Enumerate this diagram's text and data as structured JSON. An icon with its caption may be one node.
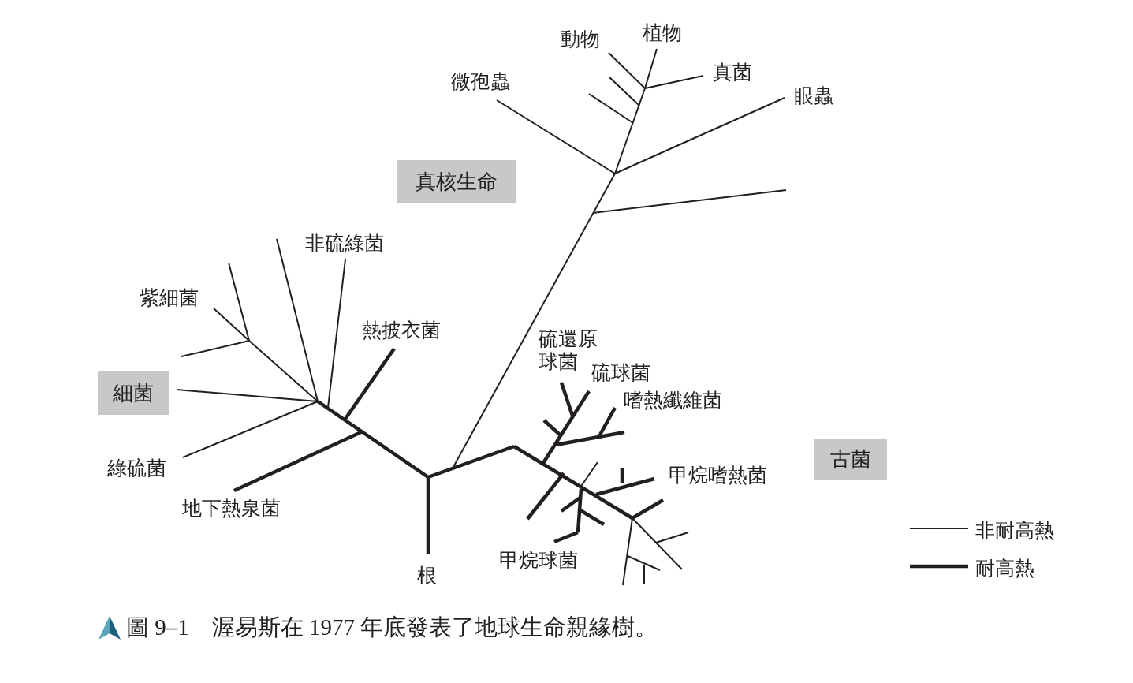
{
  "diagram": {
    "caption": "圖 9–1　渥易斯在 1977 年底發表了地球生命親緣樹。",
    "nodes": [
      {
        "text": [
          "真核生命"
        ]
      },
      {
        "text": [
          "細菌"
        ]
      },
      {
        "text": [
          "古菌"
        ]
      }
    ],
    "edges": [],
    "labels": [
      "動物",
      "植物",
      "微孢蟲",
      "真菌",
      "眼蟲",
      "非硫綠菌",
      "紫細菌",
      "熱披衣菌",
      "硫還原球菌",
      "硫球菌",
      "嗜熱纖維菌",
      "綠硫菌",
      "甲烷嗜熱菌",
      "地下熱泉菌",
      "甲烷球菌",
      "根"
    ],
    "legend": [
      {
        "text": "非耐高熱"
      },
      {
        "text": "耐高熱"
      }
    ]
  }
}
